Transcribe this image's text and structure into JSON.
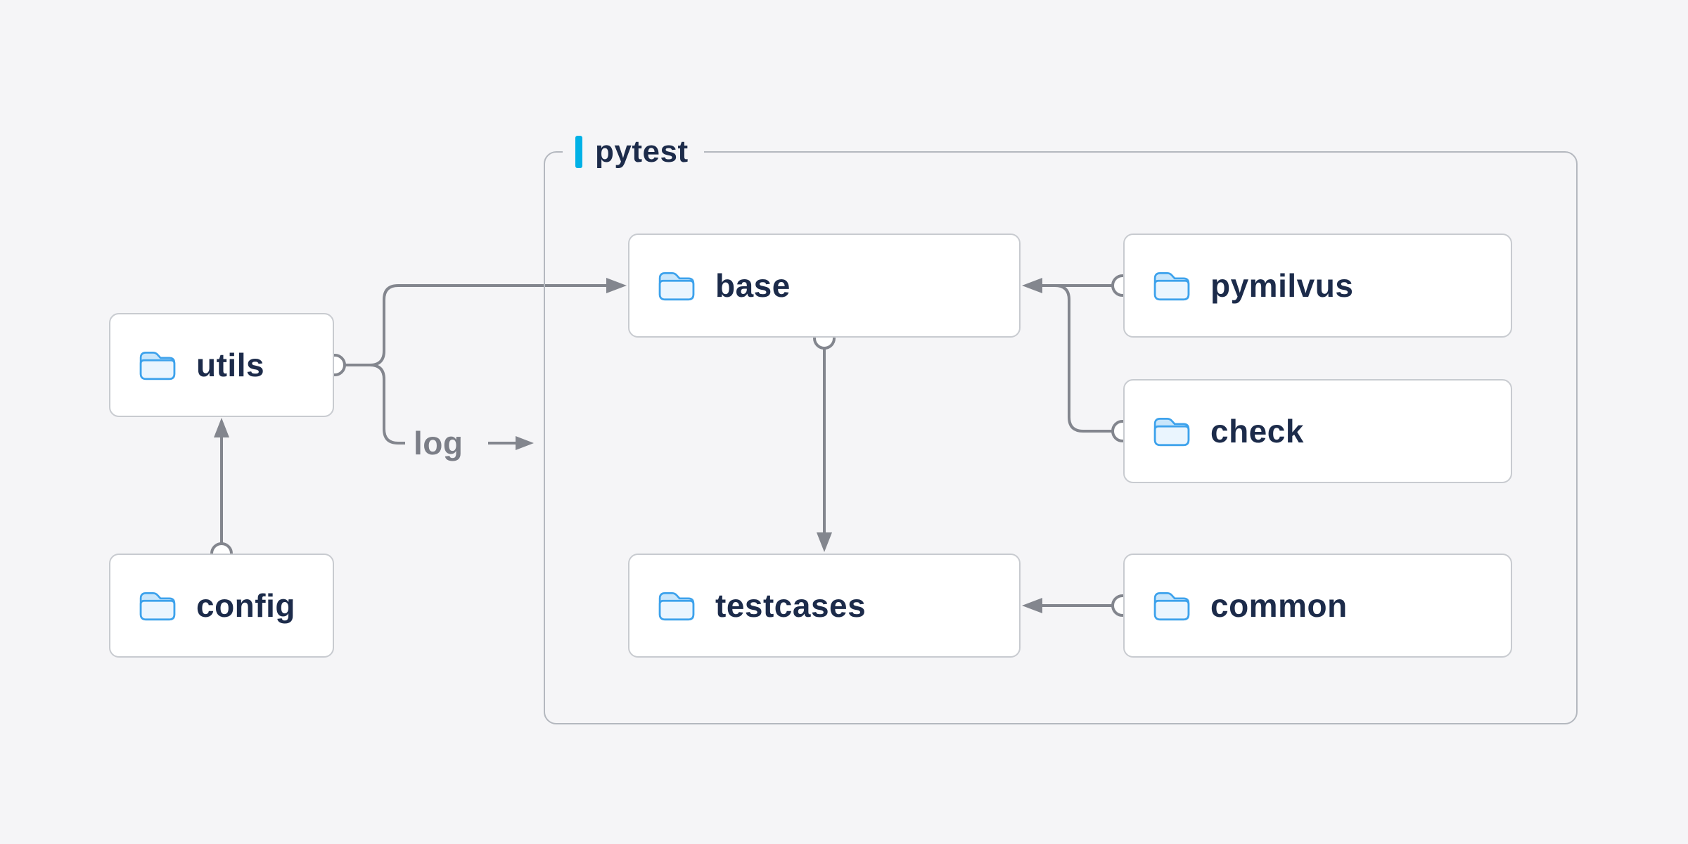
{
  "colors": {
    "background": "#f5f5f7",
    "node_background": "#ffffff",
    "node_border": "#c8cbd0",
    "group_border": "#b4b8bf",
    "text": "#1c2b4a",
    "connector": "#83868e",
    "accent_bar": "#00b1e6",
    "folder_blue": "#3da2ec"
  },
  "group": {
    "label": "pytest"
  },
  "nodes": {
    "utils": {
      "label": "utils"
    },
    "config": {
      "label": "config"
    },
    "base": {
      "label": "base"
    },
    "pymilvus": {
      "label": "pymilvus"
    },
    "check": {
      "label": "check"
    },
    "testcases": {
      "label": "testcases"
    },
    "common": {
      "label": "common"
    }
  },
  "edge_labels": {
    "log": "log"
  },
  "edges": [
    {
      "from": "config",
      "to": "utils"
    },
    {
      "from": "utils",
      "to": "base"
    },
    {
      "from": "utils",
      "to": "pytest",
      "label": "log"
    },
    {
      "from": "pymilvus",
      "to": "base"
    },
    {
      "from": "check",
      "to": "base"
    },
    {
      "from": "base",
      "to": "testcases"
    },
    {
      "from": "common",
      "to": "testcases"
    }
  ]
}
